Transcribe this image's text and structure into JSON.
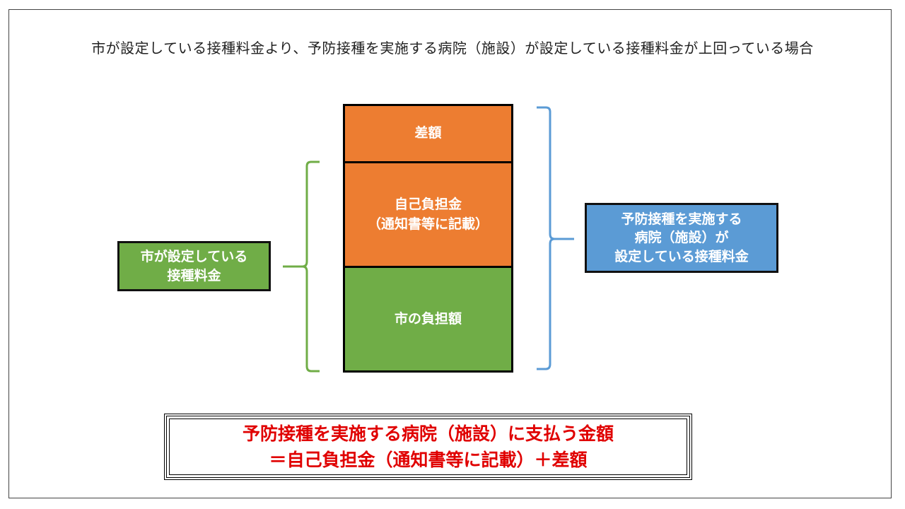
{
  "title": "市が設定している接種料金より、予防接種を実施する病院（施設）が設定している接種料金が上回っている場合",
  "column": {
    "difference": "差額",
    "self_pay_line1": "自己負担金",
    "self_pay_line2": "（通知書等に記載）",
    "city_burden": "市の負担額"
  },
  "left_label": {
    "line1": "市が設定している",
    "line2": "接種料金"
  },
  "right_label": {
    "line1": "予防接種を実施する",
    "line2": "病院（施設）が",
    "line3": "設定している接種料金"
  },
  "summary": {
    "line1": "予防接種を実施する病院（施設）に支払う金額",
    "line2": "＝自己負担金（通知書等に記載）＋差額"
  },
  "colors": {
    "orange": "#ed7d31",
    "green": "#70ad47",
    "blue": "#5b9bd5",
    "red": "#e00000"
  }
}
